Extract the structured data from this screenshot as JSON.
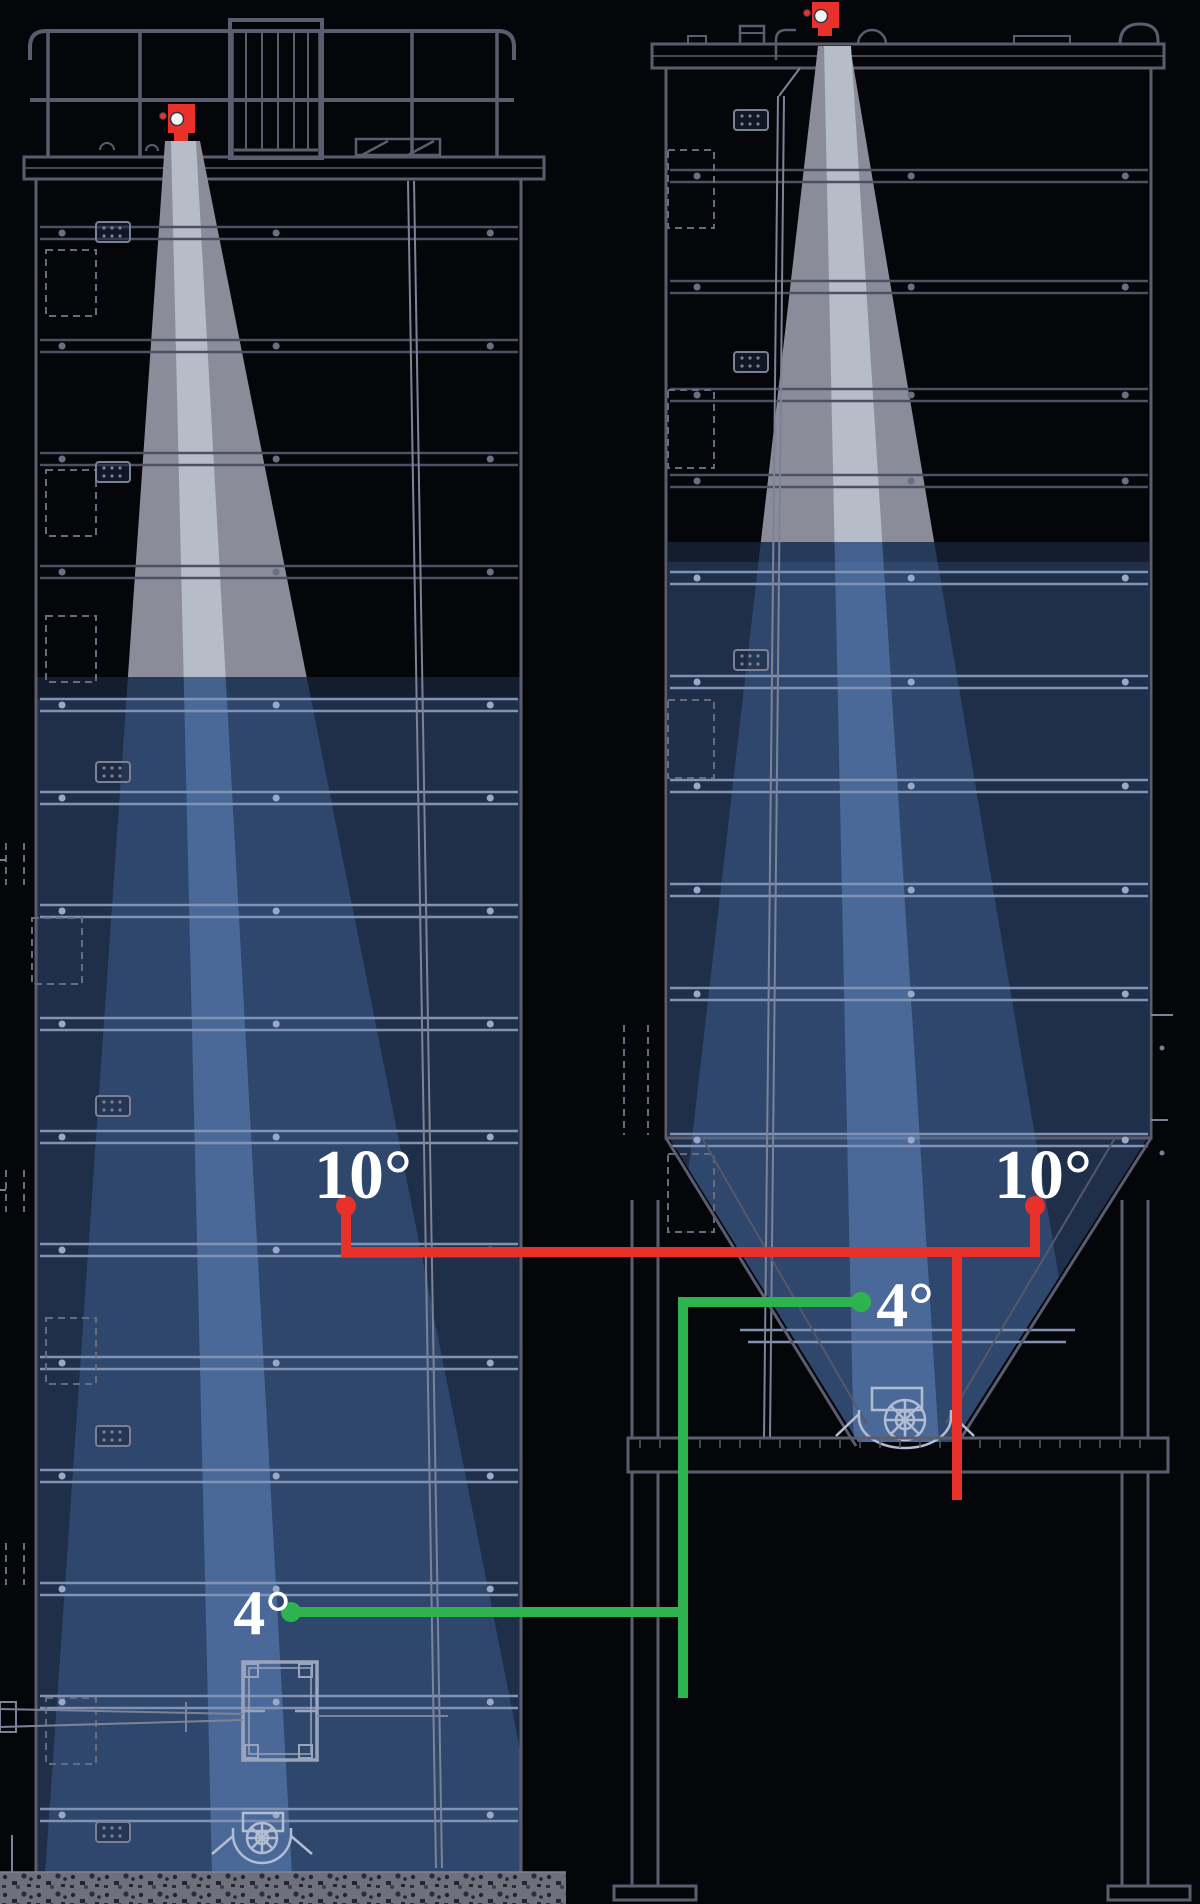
{
  "diagram": {
    "type": "silo-radar-beam-angle-diagram",
    "labels": {
      "left_outer_angle": "10°",
      "right_outer_angle": "10°",
      "left_inner_angle": "4°",
      "right_inner_angle": "4°"
    },
    "colors": {
      "background": "#04060a",
      "structure_line": "#5b5d6e",
      "material_fill": "#1f2e49",
      "beam_outer_above_fill": "#8a8c99",
      "beam_inner_above_fill": "#b7bcc9",
      "beam_outer_in_fill": "#2f476e",
      "beam_inner_in_fill": "#48689c",
      "sensor_red": "#e8312b",
      "outer_angle_connector": "#e8312b",
      "inner_angle_connector": "#2fb34f",
      "label_text": "#ffffff"
    },
    "icons": {
      "left_sensor": "radar-level-sensor-icon",
      "right_sensor": "radar-level-sensor-icon",
      "left_unloader": "sweep-unloader-icon",
      "right_unloader": "discharge-valve-icon"
    }
  }
}
